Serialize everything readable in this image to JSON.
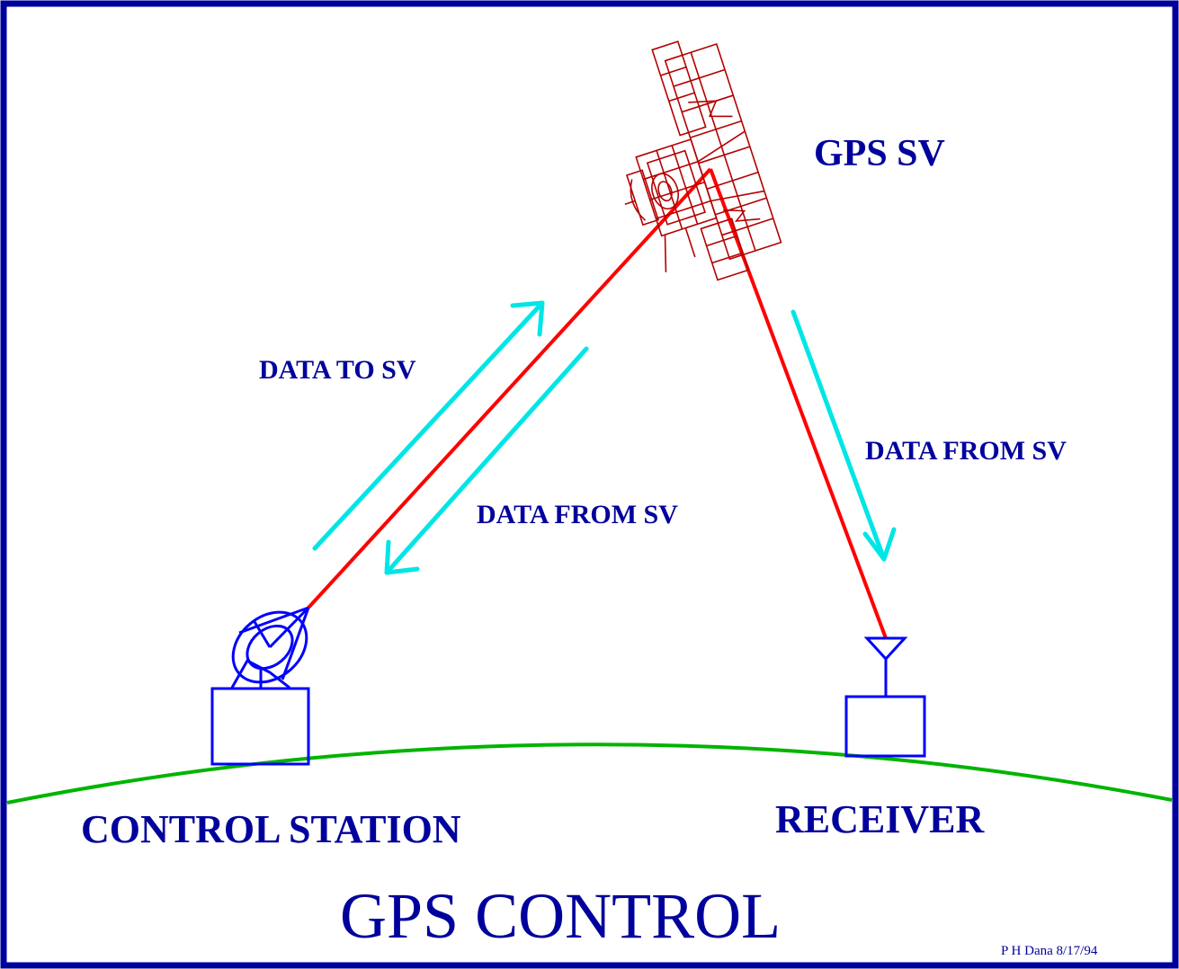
{
  "labels": {
    "satellite": "GPS SV",
    "data_to_sv": "DATA TO SV",
    "data_from_sv_uplink": "DATA FROM SV",
    "data_from_sv_receiver": "DATA FROM SV",
    "control_station": "CONTROL STATION",
    "receiver": "RECEIVER",
    "title": "GPS CONTROL",
    "credit": "P H Dana 8/17/94"
  },
  "colors": {
    "border": "#00009c",
    "text": "#00009c",
    "equipment": "#0000ff",
    "signal_path": "#ff0000",
    "data_arrow": "#00e5e5",
    "earth": "#00b400",
    "satellite": "#b40000",
    "background": "#ffffff"
  },
  "icons": {
    "satellite": "gps-satellite-icon",
    "dish": "satellite-dish-icon",
    "antenna": "receiver-antenna-icon"
  }
}
